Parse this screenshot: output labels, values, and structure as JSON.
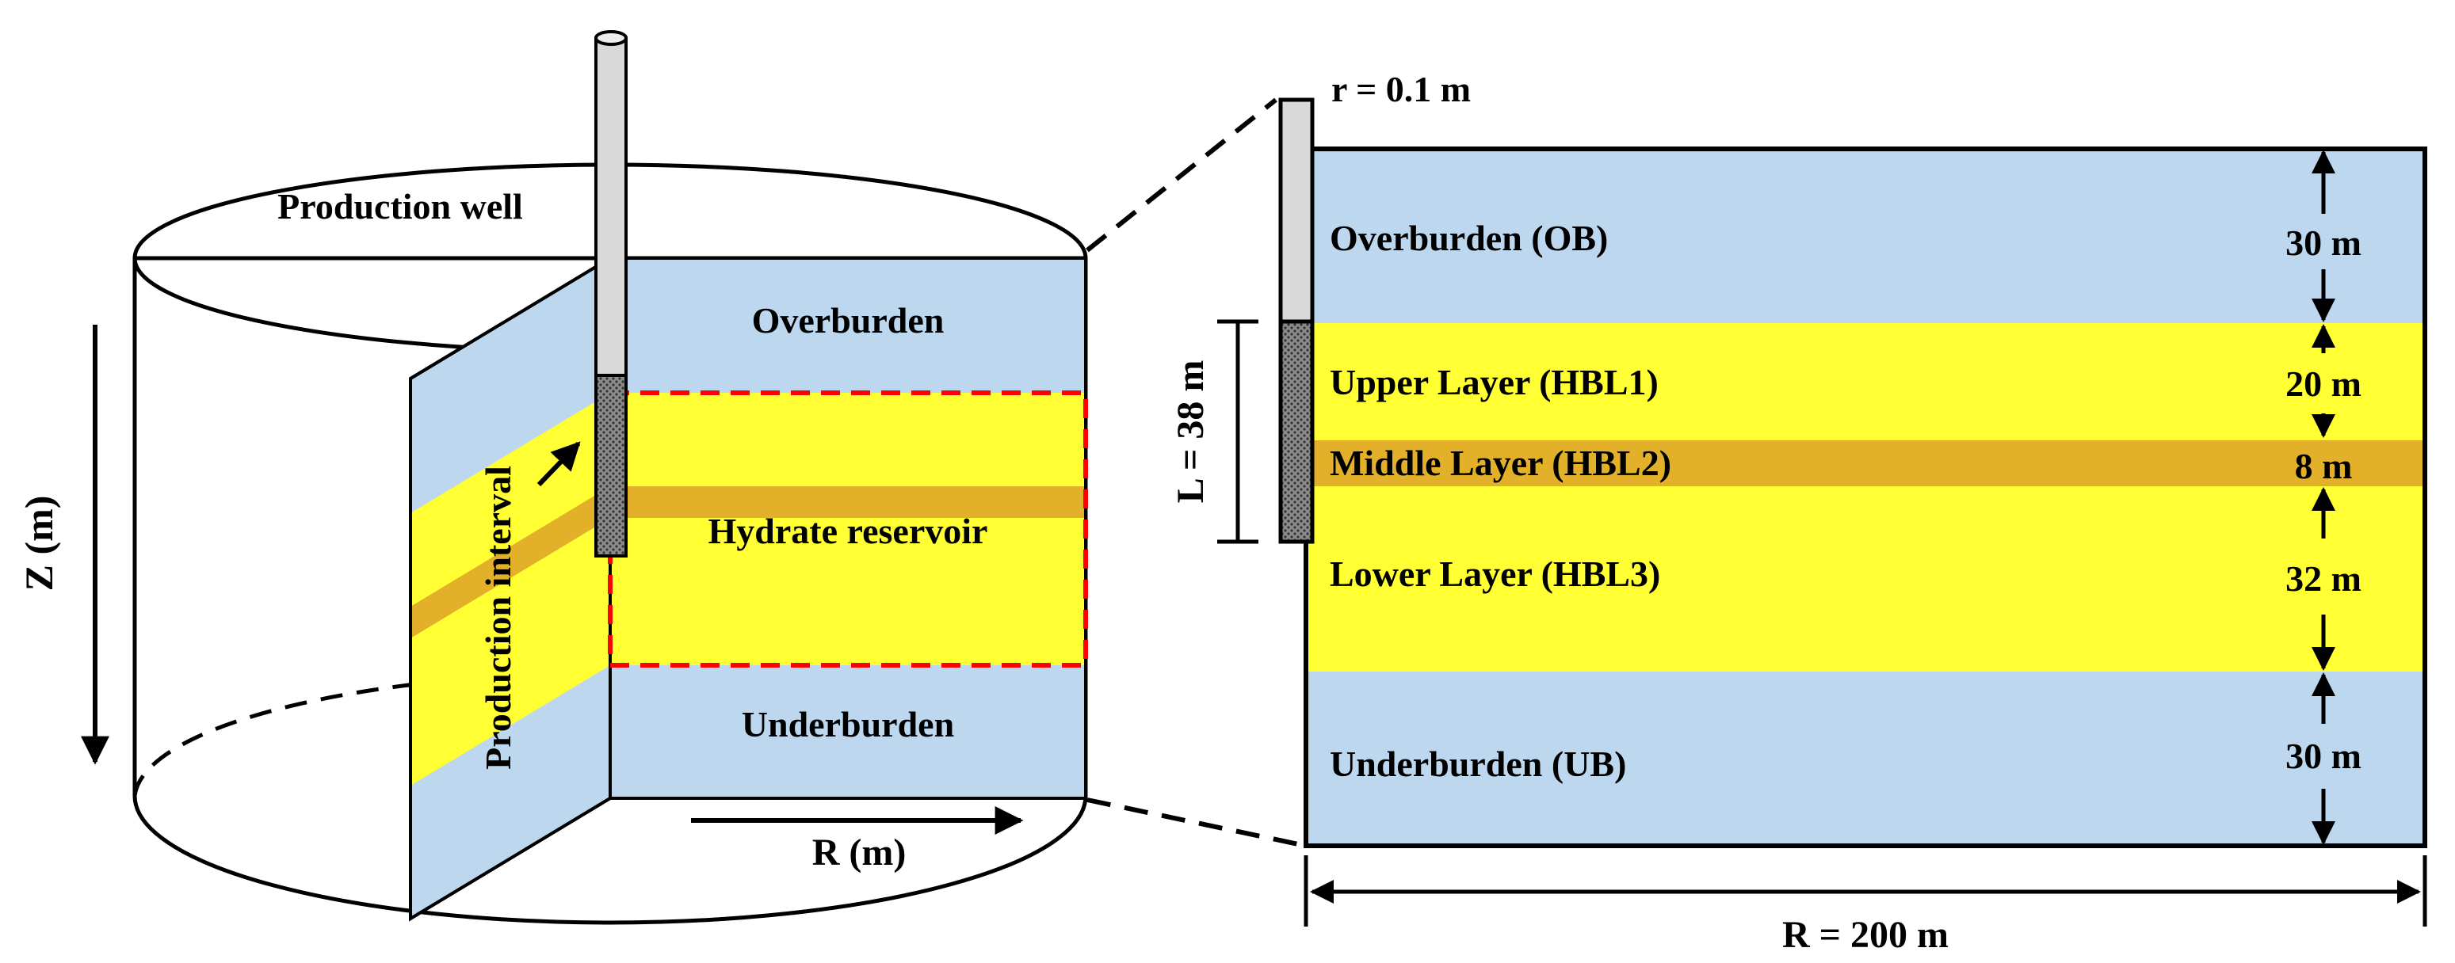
{
  "left_figure": {
    "production_well_label": "Production well",
    "overburden_label": "Overburden",
    "hydrate_reservoir_label": "Hydrate reservoir",
    "underburden_label": "Underburden",
    "production_interval_label": "Production interval",
    "z_axis_label": "Z (m)",
    "r_axis_label": "R (m)"
  },
  "right_figure": {
    "well_radius_label": "r = 0.1 m",
    "interval_length_label": "L = 38 m",
    "radius_label": "R = 200 m",
    "layers": [
      {
        "name": "Overburden (OB)",
        "thickness": "30 m"
      },
      {
        "name": "Upper Layer (HBL1)",
        "thickness": "20 m"
      },
      {
        "name": "Middle Layer (HBL2)",
        "thickness": "8 m"
      },
      {
        "name": "Lower Layer (HBL3)",
        "thickness": "32 m"
      },
      {
        "name": "Underburden (UB)",
        "thickness": "30 m"
      }
    ]
  },
  "colors": {
    "burden_blue": "#bdd7ee",
    "hydrate_yellow": "#ffff33",
    "middle_orange": "#e3b02a",
    "dashed_red": "#ff0000",
    "well_gray": "#d9d9d9",
    "interval_dark": "#808080"
  }
}
